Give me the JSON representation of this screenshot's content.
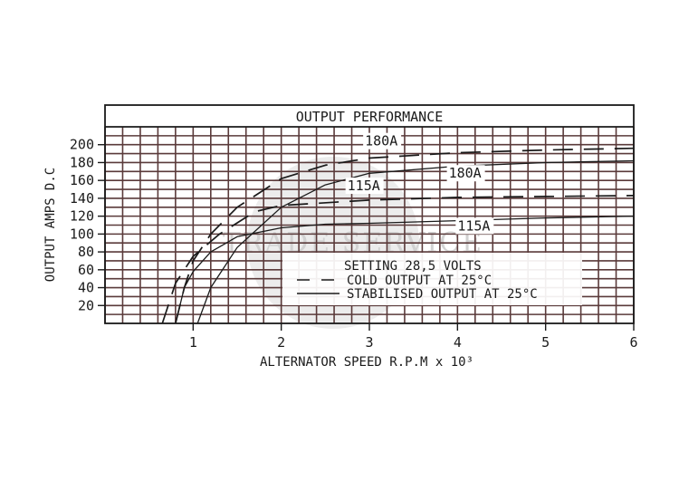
{
  "chart_data": {
    "type": "line",
    "title": "OUTPUT PERFORMANCE",
    "xlabel": "ALTERNATOR SPEED  R.P.M x 10³",
    "ylabel": "OUTPUT    AMPS D.C",
    "xlim": [
      0,
      6
    ],
    "ylim": [
      0,
      220
    ],
    "x_ticks": [
      "1",
      "2",
      "3",
      "4",
      "5",
      "6"
    ],
    "y_ticks": [
      "20",
      "40",
      "60",
      "80",
      "100",
      "120",
      "140",
      "160",
      "180",
      "200"
    ],
    "grid": true,
    "watermark": "TRADE SERVICE",
    "legend": {
      "position": "bottom-right",
      "title": "SETTING 28,5 VOLTS",
      "entries": [
        {
          "style": "dashed",
          "label": "COLD OUTPUT AT 25°C"
        },
        {
          "style": "solid",
          "label": "STABILISED OUTPUT AT 25°C"
        }
      ]
    },
    "series": [
      {
        "name": "180A",
        "style": "dashed",
        "x": [
          0.8,
          0.9,
          1.0,
          1.2,
          1.5,
          2.0,
          2.5,
          3.0,
          4.0,
          5.0,
          6.0
        ],
        "y": [
          0,
          40,
          70,
          100,
          130,
          162,
          177,
          185,
          191,
          194,
          196
        ]
      },
      {
        "name": "180A",
        "style": "solid",
        "x": [
          1.05,
          1.2,
          1.5,
          2.0,
          2.5,
          3.0,
          4.0,
          5.0,
          6.0
        ],
        "y": [
          0,
          40,
          85,
          130,
          155,
          168,
          176,
          180,
          182
        ]
      },
      {
        "name": "115A",
        "style": "dashed",
        "x": [
          0.65,
          0.8,
          1.0,
          1.3,
          1.7,
          2.0,
          3.0,
          4.0,
          5.0,
          6.0
        ],
        "y": [
          0,
          45,
          75,
          100,
          125,
          132,
          138,
          141,
          142,
          143
        ]
      },
      {
        "name": "115A",
        "style": "solid",
        "x": [
          0.8,
          0.9,
          1.0,
          1.2,
          1.5,
          2.0,
          2.5,
          3.0,
          4.0,
          5.0,
          6.0
        ],
        "y": [
          0,
          40,
          58,
          80,
          97,
          107,
          111,
          112,
          115,
          118,
          120
        ]
      }
    ],
    "annotations": [
      {
        "text": "180A",
        "x": 2.95,
        "y": 199
      },
      {
        "text": "180A",
        "x": 3.9,
        "y": 163
      },
      {
        "text": "115A",
        "x": 2.75,
        "y": 149
      },
      {
        "text": "115A",
        "x": 4.0,
        "y": 104
      }
    ]
  }
}
